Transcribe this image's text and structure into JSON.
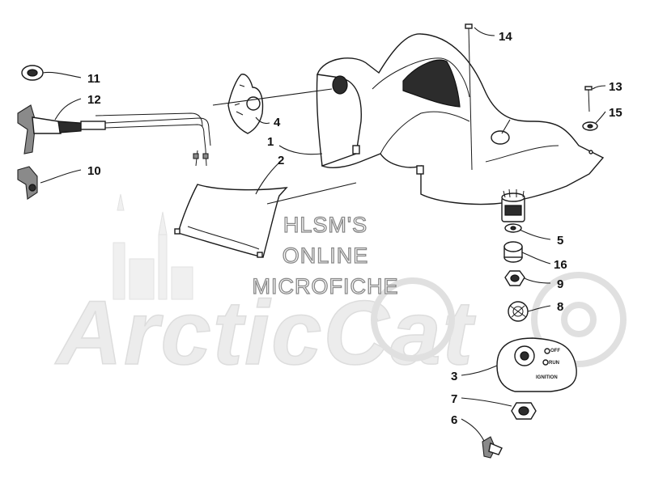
{
  "watermark": {
    "brand": "ArcticCat",
    "line1": "HLSM'S",
    "line2": "ONLINE",
    "line3": "MICROFICHE"
  },
  "switch_plate": {
    "off_label": "OFF",
    "run_label": "RUN",
    "ignition_label": "IGNITION"
  },
  "callouts": [
    "1",
    "2",
    "3",
    "4",
    "5",
    "6",
    "7",
    "8",
    "9",
    "10",
    "11",
    "12",
    "13",
    "14",
    "15",
    "16"
  ],
  "colors": {
    "ink": "#1a1a1a",
    "watermark_fill": "#ececec",
    "dark_part": "#2c2c2c"
  }
}
